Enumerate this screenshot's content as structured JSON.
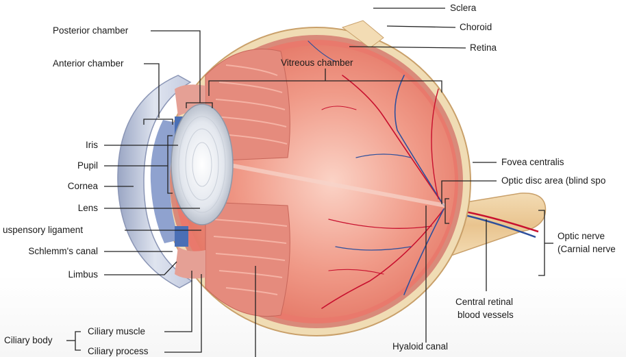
{
  "labels": {
    "sclera": "Sclera",
    "choroid": "Choroid",
    "retina": "Retina",
    "posterior_chamber": "Posterior chamber",
    "anterior_chamber": "Anterior chamber",
    "vitreous_chamber": "Vitreous chamber",
    "iris": "Iris",
    "pupil": "Pupil",
    "cornea": "Cornea",
    "lens": "Lens",
    "suspensory_ligament": "uspensory ligament",
    "schlemms_canal": "Schlemm's canal",
    "limbus": "Limbus",
    "ciliary_body": "Ciliary body",
    "ciliary_muscle": "Ciliary muscle",
    "ciliary_process": "Ciliary process",
    "fovea_centralis": "Fovea centralis",
    "optic_disc": "Optic disc area (blind spo",
    "optic_nerve_line1": "Optic nerve",
    "optic_nerve_line2": "(Carnial nerve",
    "central_retinal_line1": "Central retinal",
    "central_retinal_line2": "blood vessels",
    "hyaloid_canal": "Hyaloid canal"
  },
  "colors": {
    "sclera": "#f0dcb4",
    "choroid": "#d98a7a",
    "retina": "#e9796c",
    "vitreous": "#f2a08f",
    "lens": "#e8ecf2",
    "cornea": "#c9d2e6",
    "iris": "#4a6fb5",
    "vessel_red": "#c8102e",
    "vessel_blue": "#2d4f9c",
    "leader": "#222222"
  }
}
